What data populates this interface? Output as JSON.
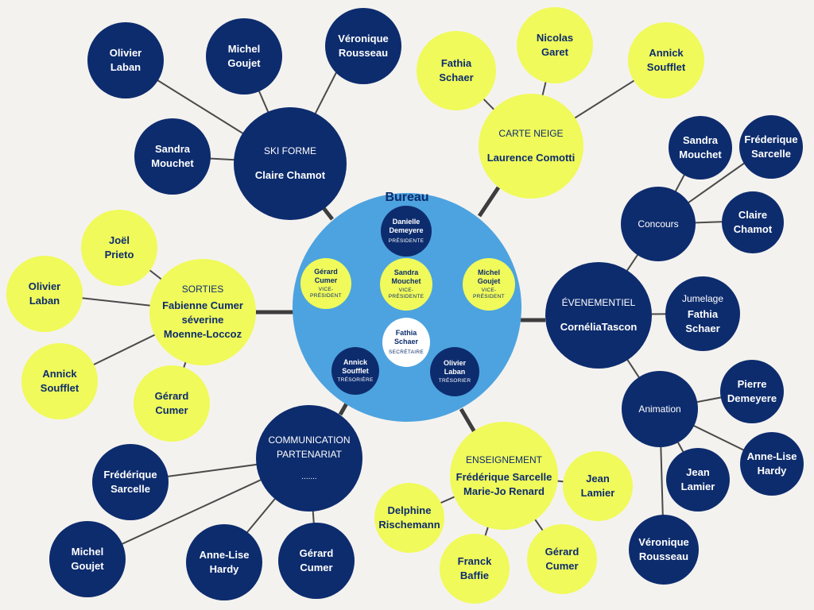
{
  "bureau": {
    "title": "Bureau",
    "presidente": {
      "name": "Danielle\nDemeyere",
      "role": "PRÉSIDENTE"
    },
    "vp1": {
      "name": "Gérard\nCumer",
      "role": "VICE-\nPRÉSIDENT"
    },
    "vp2": {
      "name": "Sandra\nMouchet",
      "role": "VICE-\nPRÉSIDENTE"
    },
    "vp3": {
      "name": "Michel\nGoujet",
      "role": "VICE-\nPRÉSIDENT"
    },
    "secretaire": {
      "name": "Fathia\nSchaer",
      "role": "SECRÉTAIRE"
    },
    "tresoriere": {
      "name": "Annick\nSoufflet",
      "role": "TRÉSORIÈRE"
    },
    "tresorier": {
      "name": "Olivier\nLaban",
      "role": "TRÉSORIER"
    }
  },
  "ski_forme": {
    "title": "SKI FORME",
    "lead": "Claire Chamot",
    "members": [
      "Olivier\nLaban",
      "Michel\nGoujet",
      "Véronique\nRousseau",
      "Sandra\nMouchet"
    ]
  },
  "carte_neige": {
    "title": "CARTE NEIGE",
    "lead": "Laurence Comotti",
    "members": [
      "Fathia\nSchaer",
      "Nicolas\nGaret",
      "Annick\nSoufflet"
    ]
  },
  "sorties": {
    "title": "SORTIES",
    "lead": "Fabienne Cumer\nséverine\nMoenne-Loccoz",
    "members": [
      "Joël\nPrieto",
      "Olivier\nLaban",
      "Annick\nSoufflet",
      "Gérard\nCumer"
    ]
  },
  "evenementiel": {
    "title": "ÉVENEMENTIEL",
    "lead": "CornéliaTascon",
    "concours": {
      "label": "Concours",
      "members": [
        "Sandra\nMouchet",
        "Fréderique\nSarcelle",
        "Claire\nChamot"
      ]
    },
    "jumelage": {
      "label": "Jumelage",
      "lead": "Fathia\nSchaer"
    },
    "animation": {
      "label": "Animation",
      "members": [
        "Pierre\nDemeyere",
        "Anne-Lise\nHardy",
        "Jean\nLamier",
        "Véronique\nRousseau"
      ]
    }
  },
  "communication": {
    "title": "COMMUNICATION\nPARTENARIAT",
    "lead": ".......",
    "members": [
      "Frédérique\nSarcelle",
      "Michel\nGoujet",
      "Anne-Lise\nHardy",
      "Gérard\nCumer"
    ]
  },
  "enseignement": {
    "title": "ENSEIGNEMENT",
    "lead": "Frédérique Sarcelle\nMarie-Jo Renard",
    "members": [
      "Jean\nLamier",
      "Delphine\nRischemann",
      "Franck\nBaffie",
      "Gérard\nCumer"
    ]
  },
  "colors": {
    "navy": "#0d2c6e",
    "yellow": "#f0fa5a",
    "bureau": "#4da3df",
    "line": "#444444",
    "background": "#f4f2ef"
  }
}
